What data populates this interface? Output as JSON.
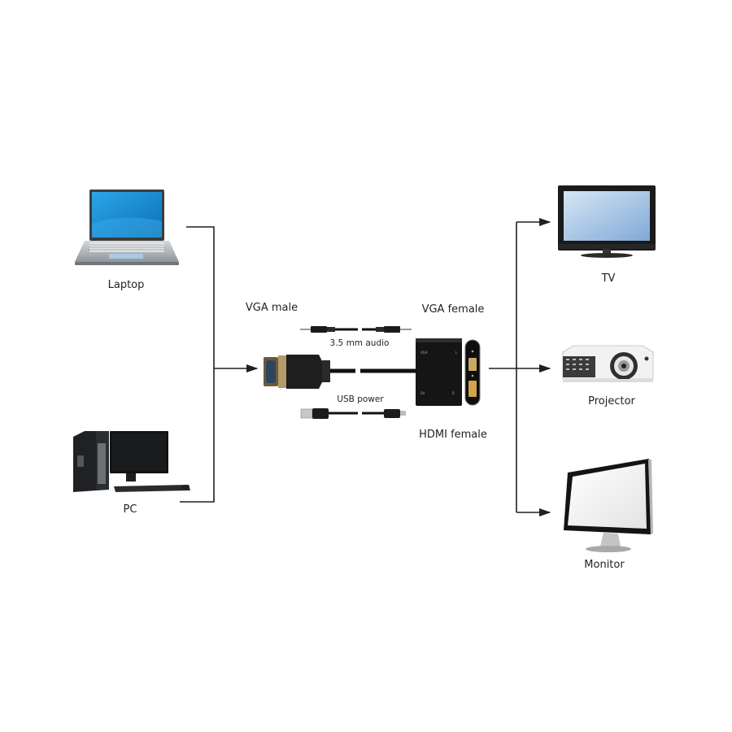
{
  "diagram": {
    "title": "VGA to HDMI/VGA adapter connection diagram",
    "sources": [
      {
        "id": "laptop",
        "label": "Laptop",
        "icon": "laptop-icon"
      },
      {
        "id": "pc",
        "label": "PC",
        "icon": "desktop-pc-icon"
      }
    ],
    "adapter": {
      "input_label": "VGA male",
      "output_vga_label": "VGA female",
      "output_hdmi_label": "HDMI  female",
      "audio_label": "3.5 mm audio",
      "power_label": "USB power"
    },
    "destinations": [
      {
        "id": "tv",
        "label": "TV",
        "icon": "tv-icon"
      },
      {
        "id": "projector",
        "label": "Projector",
        "icon": "projector-icon"
      },
      {
        "id": "monitor",
        "label": "Monitor",
        "icon": "monitor-icon"
      }
    ],
    "colors": {
      "line": "#231f20",
      "screen_blue": "#1a8fd6",
      "tv_screen": "#a9c8e8",
      "device_black": "#1c1c1c",
      "silver": "#b8bcc0"
    }
  }
}
